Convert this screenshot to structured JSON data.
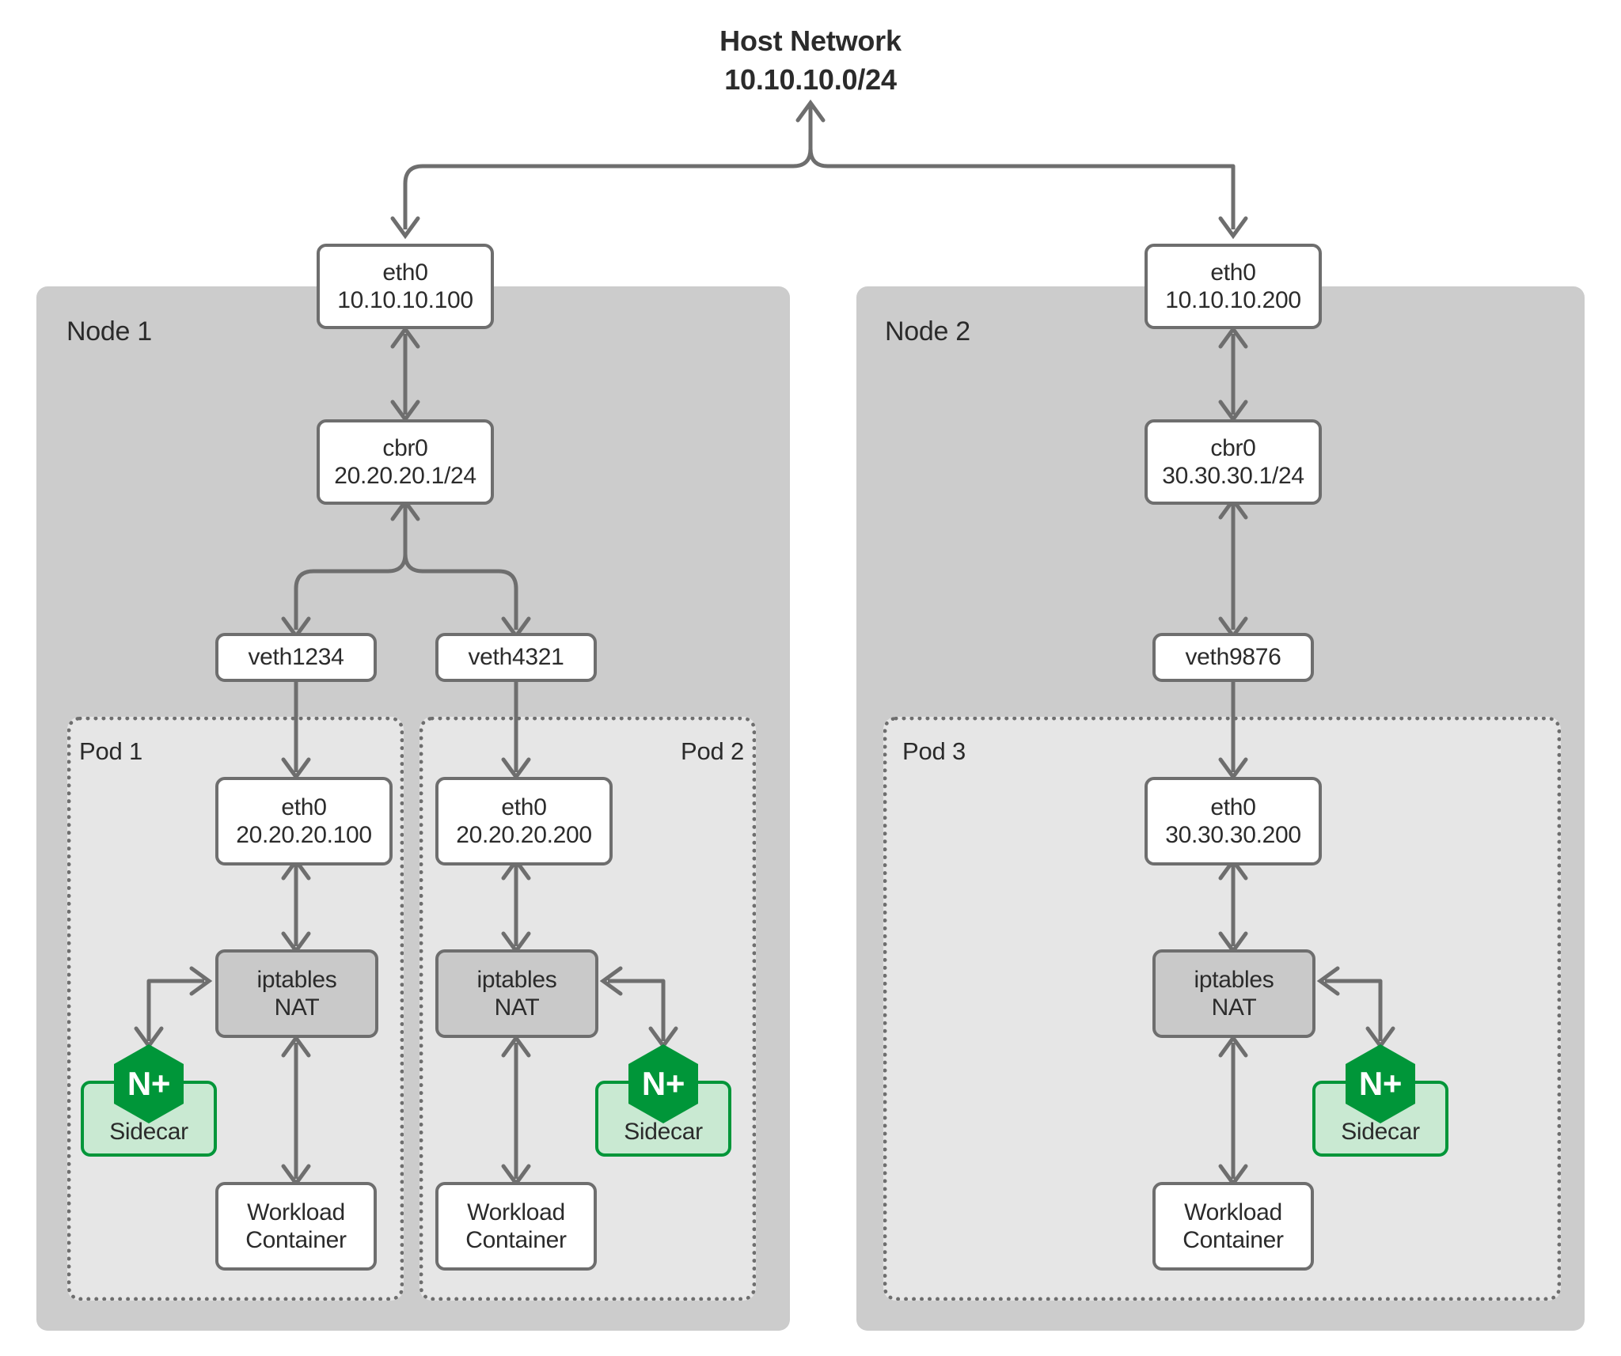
{
  "diagram": {
    "title_line1": "Host Network",
    "title_line2": "10.10.10.0/24",
    "colors": {
      "node_bg": "#cccccc",
      "pod_bg": "#e6e6e6",
      "box_border": "#6e6e6e",
      "nat_fill": "#c9c9c9",
      "sidecar_fill": "#c9e9d2",
      "sidecar_border": "#009639",
      "nginx_green": "#009639",
      "text": "#2b2b2b",
      "page_bg": "#ffffff"
    }
  },
  "nodes": [
    {
      "label": "Node 1",
      "eth0": {
        "name": "eth0",
        "ip": "10.10.10.100"
      },
      "bridge": {
        "name": "cbr0",
        "ip": "20.20.20.1/24"
      },
      "veths": [
        {
          "name": "veth1234"
        },
        {
          "name": "veth4321"
        }
      ],
      "pods": [
        {
          "label": "Pod 1",
          "eth0": {
            "name": "eth0",
            "ip": "20.20.20.100"
          },
          "nat": {
            "line1": "iptables",
            "line2": "NAT"
          },
          "sidecar": {
            "label": "Sidecar",
            "badge": "N+"
          },
          "workload": {
            "line1": "Workload",
            "line2": "Container"
          }
        },
        {
          "label": "Pod 2",
          "eth0": {
            "name": "eth0",
            "ip": "20.20.20.200"
          },
          "nat": {
            "line1": "iptables",
            "line2": "NAT"
          },
          "sidecar": {
            "label": "Sidecar",
            "badge": "N+"
          },
          "workload": {
            "line1": "Workload",
            "line2": "Container"
          }
        }
      ]
    },
    {
      "label": "Node 2",
      "eth0": {
        "name": "eth0",
        "ip": "10.10.10.200"
      },
      "bridge": {
        "name": "cbr0",
        "ip": "30.30.30.1/24"
      },
      "veths": [
        {
          "name": "veth9876"
        }
      ],
      "pods": [
        {
          "label": "Pod 3",
          "eth0": {
            "name": "eth0",
            "ip": "30.30.30.200"
          },
          "nat": {
            "line1": "iptables",
            "line2": "NAT"
          },
          "sidecar": {
            "label": "Sidecar",
            "badge": "N+"
          },
          "workload": {
            "line1": "Workload",
            "line2": "Container"
          }
        }
      ]
    }
  ]
}
